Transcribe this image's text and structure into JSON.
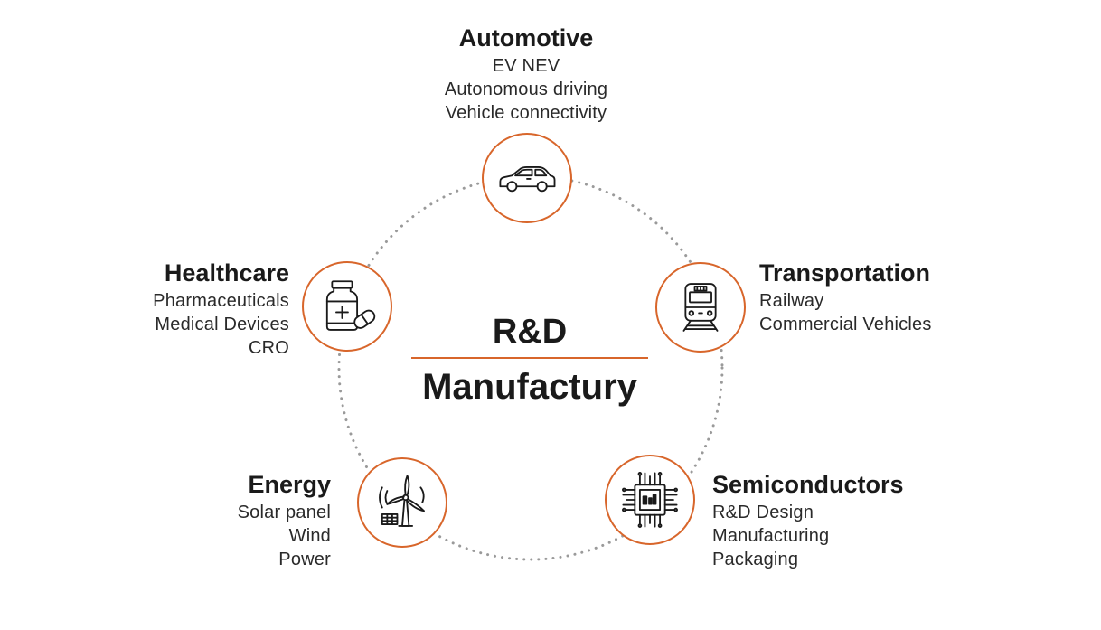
{
  "center": {
    "line1": "R&D",
    "line2": "Manufactury"
  },
  "colors": {
    "accent": "#d8662b",
    "text": "#1a1a1a",
    "ring": "#9a9a9a"
  },
  "sectors": {
    "automotive": {
      "title": "Automotive",
      "icon": "car-icon",
      "items": [
        "EV NEV",
        "Autonomous driving",
        "Vehicle connectivity"
      ]
    },
    "transportation": {
      "title": "Transportation",
      "icon": "train-icon",
      "items": [
        "Railway",
        "Commercial Vehicles"
      ]
    },
    "semiconductors": {
      "title": "Semiconductors",
      "icon": "chip-icon",
      "items": [
        "R&D Design",
        "Manufacturing",
        "Packaging"
      ]
    },
    "energy": {
      "title": "Energy",
      "icon": "wind-turbine-icon",
      "items": [
        "Solar panel",
        "Wind",
        "Power"
      ]
    },
    "healthcare": {
      "title": "Healthcare",
      "icon": "medicine-bottle-icon",
      "items": [
        "Pharmaceuticals",
        "Medical Devices",
        "CRO"
      ]
    }
  }
}
